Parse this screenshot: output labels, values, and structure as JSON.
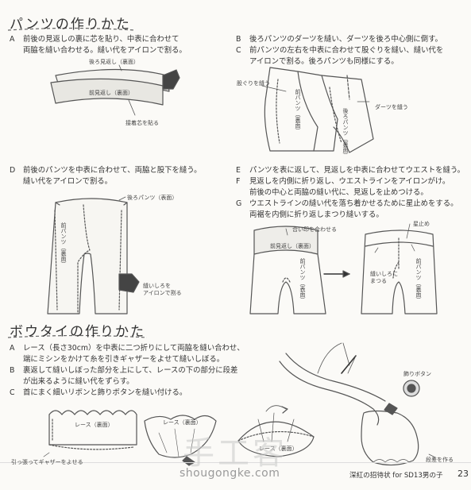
{
  "pants": {
    "title": "パンツの作りかた",
    "steps": {
      "A": {
        "letter": "A",
        "line1": "前後の見返しの裏に芯を貼り、中表に合わせて",
        "line2": "両脇を縫い合わせる。縫い代をアイロンで割る。"
      },
      "B": {
        "letter": "B",
        "line1": "後ろパンツのダーツを縫い、ダーツを後ろ中心側に倒す。"
      },
      "C": {
        "letter": "C",
        "line1": "前パンツの左右を中表に合わせて股ぐりを縫い、縫い代を",
        "line2": "アイロンで割る。後ろパンツも同様にする。"
      },
      "D": {
        "letter": "D",
        "line1": "前後のパンツを中表に合わせて、両脇と股下を縫う。",
        "line2": "縫い代をアイロンで割る。"
      },
      "E": {
        "letter": "E",
        "line1": "パンツを表に返して、見返しを中表に合わせてウエストを縫う。"
      },
      "F": {
        "letter": "F",
        "line1": "見返しを内側に折り返し、ウエストラインをアイロンがけ。",
        "line2": "前後の中心と両脇の縫い代に、見返しを止めつける。"
      },
      "G": {
        "letter": "G",
        "line1": "ウエストラインの縫い代を落ち着かせるために星止めをする。",
        "line2": "両裾を内側に折り返しまつり縫いする。"
      }
    },
    "labels": {
      "back_facing": "後ろ見返し（裏面）",
      "front_facing": "前見返し（裏面）",
      "interfacing": "接着芯を貼る",
      "crotch_sew": "股ぐりを縫う",
      "front_pants_c": "前パンツ（裏面）",
      "back_pants_c": "後ろパンツ（裏面）",
      "dart_sew": "ダーツを縫う",
      "back_pants_d": "後ろパンツ（表面）",
      "front_pants_d": "前パンツ（裏面）",
      "seam_allowance_iron": "縫いしろを",
      "seam_allowance_iron2": "アイロンで割る",
      "match_marks": "合い印を合わせる",
      "front_facing_e": "前見返し（裏面）",
      "front_pants_e": "前パンツ（表面）",
      "star_stitch": "星止め",
      "seam_allowance_tack": "縫いしろに",
      "seam_allowance_tack2": "まつる",
      "front_pants_g": "前パンツ（裏面）"
    }
  },
  "bowtie": {
    "title": "ボウタイの作りかた",
    "steps": {
      "A": {
        "letter": "A",
        "line1": "レース（長さ30cm）を中表に二つ折りにして両脇を縫い合わせ、",
        "line2": "端にミシンをかけて糸を引きギャザーをよせて縫いしぼる。"
      },
      "B": {
        "letter": "B",
        "line1": "裏返して縫いしぼった部分を上にして、レースの下の部分に段差",
        "line2": "が出来るように縫い代をずらす。"
      },
      "C": {
        "letter": "C",
        "line1": "首にまく細いリボンと飾りボタンを縫い付ける。"
      }
    },
    "labels": {
      "lace_back": "レース（裏面）",
      "pull_gather": "引っ張ってギャザーをよせる",
      "lace_back2": "レース（裏面）",
      "lace_back3": "レース（裏面）",
      "deco_button": "飾りボタン",
      "step_tier": "段差を作る"
    }
  },
  "footer": {
    "book": "深紅の招待状 for SD13男の子",
    "page": "23",
    "watermark_url": "shougongke.com",
    "watermark_cn": "手工客"
  }
}
